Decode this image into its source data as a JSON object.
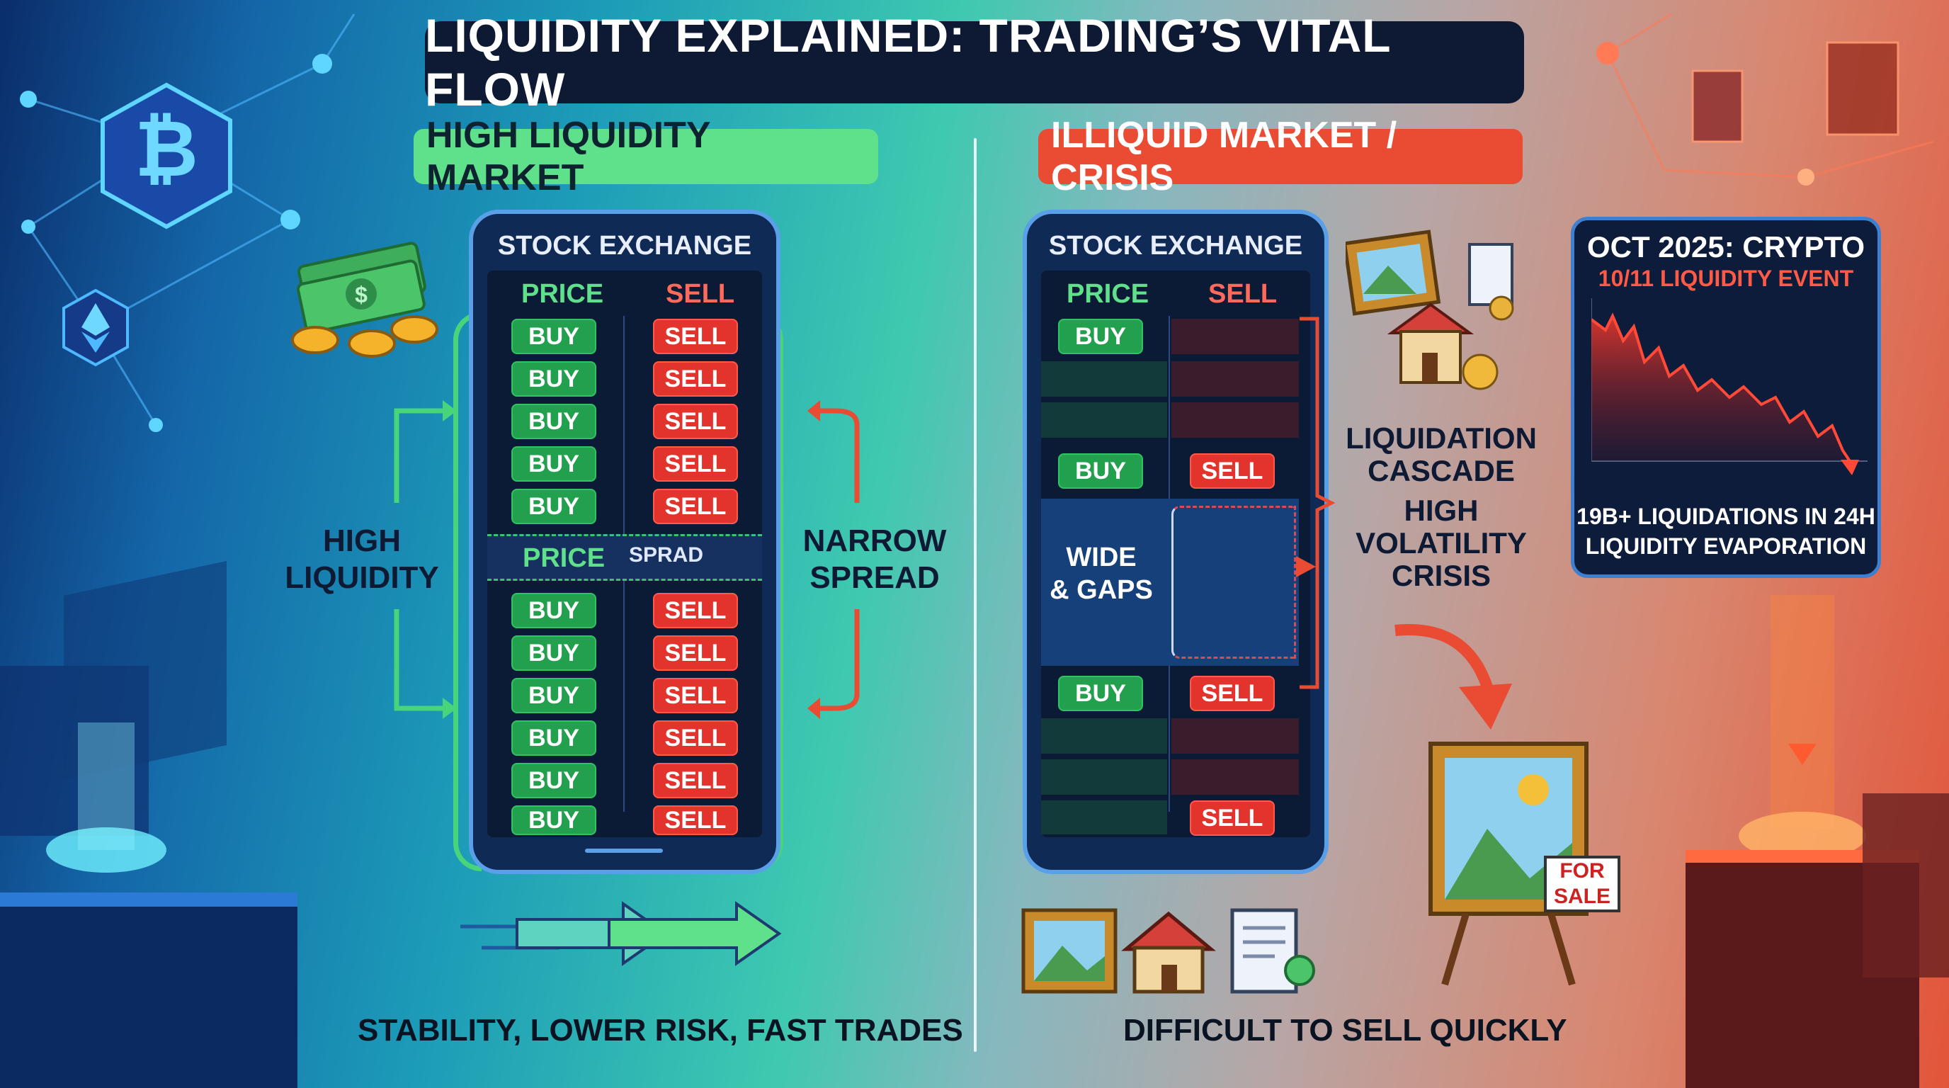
{
  "title": "LIQUIDITY EXPLAINED: TRADING’S VITAL FLOW",
  "left": {
    "label": "HIGH LIQUIDITY MARKET",
    "exchange_title": "STOCK EXCHANGE",
    "col_price": "PRICE",
    "col_sell": "SELL",
    "buy_label": "BUY",
    "sell_label": "SELL",
    "mid_price": "PRICE",
    "mid_spread": "SPRAD",
    "side_left_line1": "HIGH",
    "side_left_line2": "LIQUIDITY",
    "side_right_line1": "NARROW",
    "side_right_line2": "SPREAD",
    "bottom": "STABILITY, LOWER RISK, FAST TRADES"
  },
  "right": {
    "label": "ILLIQUID MARKET / CRISIS",
    "exchange_title": "STOCK EXCHANGE",
    "col_price": "PRICE",
    "col_sell": "SELL",
    "buy_label": "BUY",
    "sell_label": "SELL",
    "gap_line1": "WIDE",
    "gap_line2": "& GAPS",
    "side_line1": "LIQUIDATION",
    "side_line2": "CASCADE",
    "side_line3": "HIGH",
    "side_line4": "VOLATILITY",
    "side_line5": "CRISIS",
    "for_sale_line1": "FOR",
    "for_sale_line2": "SALE",
    "bottom": "DIFFICULT TO SELL QUICKLY"
  },
  "crypto_card": {
    "title": "OCT 2025: CRYPTO",
    "subtitle": "10/11 LIQUIDITY EVENT",
    "stat_line1": "19B+ LIQUIDATIONS IN 24H",
    "stat_line2": "LIQUIDITY EVAPORATION"
  },
  "icons": {
    "bitcoin": "bitcoin-icon",
    "ethereum": "ethereum-icon",
    "cash": "cash-stack-icon",
    "painting": "painting-icon",
    "house": "house-icon",
    "document": "certificate-document-icon"
  },
  "colors": {
    "buy": "#23a04e",
    "sell": "#e2332c",
    "high_liquidity_accent": "#5fe08a",
    "crisis_accent": "#e94b33",
    "panel": "#0e1a33"
  }
}
